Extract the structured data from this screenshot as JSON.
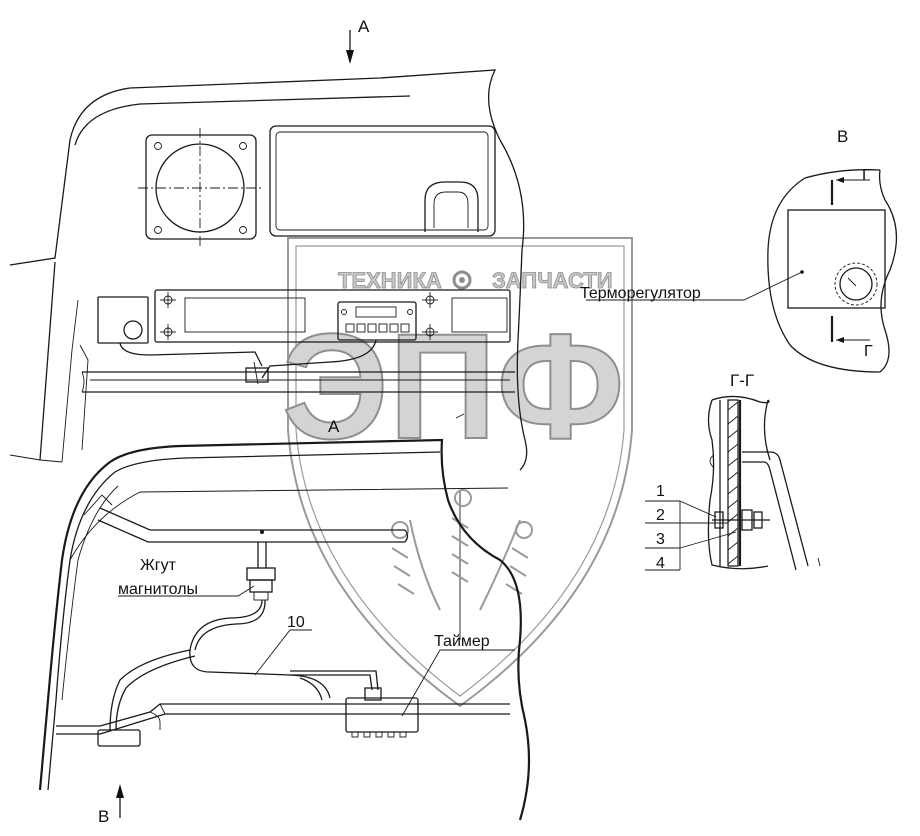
{
  "views": {
    "view_a_mark": "А",
    "view_b_mark": "В",
    "section_mark": "Г",
    "view_b_title": "В",
    "section_title": "Г-Г",
    "inner_a_mark": "А"
  },
  "labels": {
    "thermoregulator": "Терморегулятор",
    "harness_line1": "Жгут",
    "harness_line2": "магнитолы",
    "timer": "Таймер",
    "callout_10": "10"
  },
  "section_callouts": [
    "1",
    "2",
    "3",
    "4"
  ],
  "watermark": {
    "top_left": "ТЕХНИКА",
    "top_right": "ЗАПЧАСТИ",
    "big": "ЭПФ",
    "gear_icon": "gear-icon",
    "color": "#9a9a9a"
  }
}
